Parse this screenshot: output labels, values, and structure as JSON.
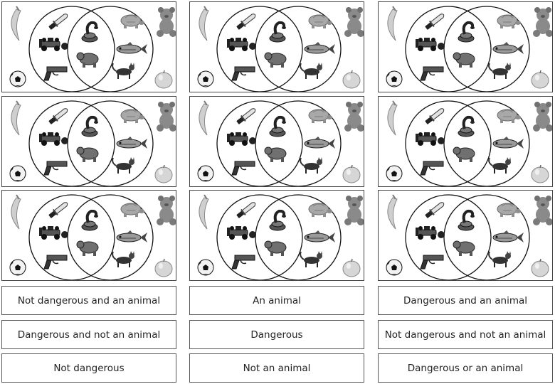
{
  "panel_items": [
    "banana",
    "knife",
    "snake",
    "tortoise",
    "teddy bear",
    "race car",
    "bear",
    "fish",
    "pistol",
    "cat",
    "soccer ball",
    "apple"
  ],
  "labels": [
    "Not dangerous and an animal",
    "An animal",
    "Dangerous and an animal",
    "Dangerous and not an animal",
    "Dangerous",
    "Not dangerous and not an animal",
    "Not dangerous",
    "Not an animal",
    "Dangerous or an animal"
  ]
}
